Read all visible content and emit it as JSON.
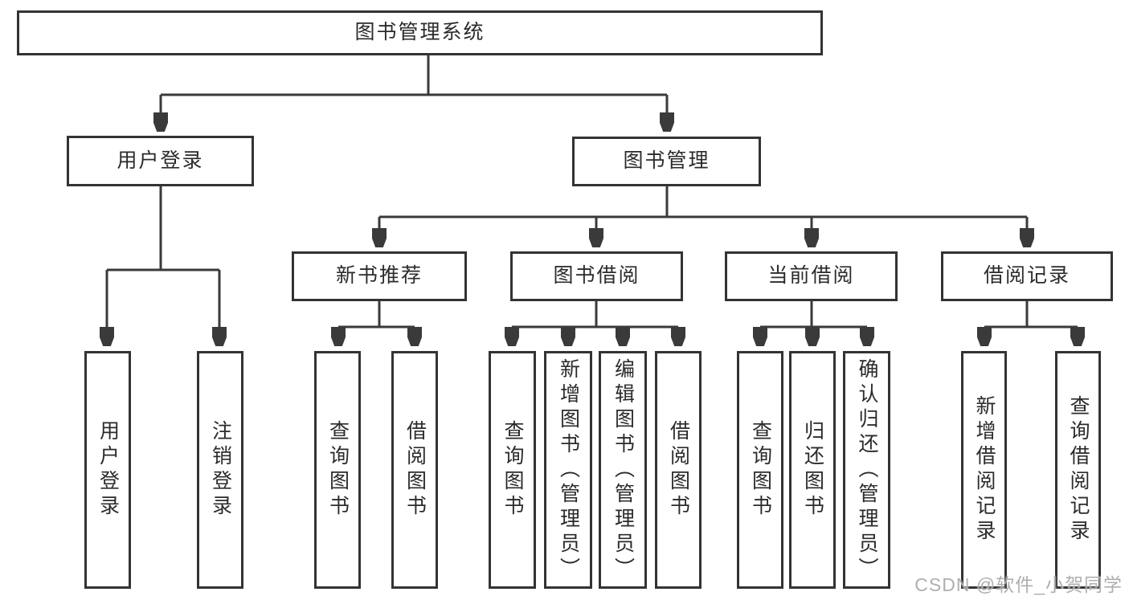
{
  "diagram": {
    "root": {
      "label": "图书管理系统"
    },
    "level2": [
      {
        "label": "用户登录"
      },
      {
        "label": "图书管理"
      }
    ],
    "level3": [
      {
        "label": "新书推荐"
      },
      {
        "label": "图书借阅"
      },
      {
        "label": "当前借阅"
      },
      {
        "label": "借阅记录"
      }
    ],
    "leaves": {
      "user_login": [
        {
          "label": "用户登录"
        },
        {
          "label": "注销登录"
        }
      ],
      "new_book_recommend": [
        {
          "label": "查询图书"
        },
        {
          "label": "借阅图书"
        }
      ],
      "book_borrow": [
        {
          "label": "查询图书"
        },
        {
          "label": "新增图书（管理员）"
        },
        {
          "label": "编辑图书（管理员）"
        },
        {
          "label": "借阅图书"
        }
      ],
      "current_borrow": [
        {
          "label": "查询图书"
        },
        {
          "label": "归还图书"
        },
        {
          "label": "确认归还（管理员）"
        }
      ],
      "borrow_record": [
        {
          "label": "新增借阅记录"
        },
        {
          "label": "查询借阅记录"
        }
      ]
    },
    "watermark": "CSDN @软件_小贺同学",
    "colors": {
      "line": "#3a3a3a",
      "box_border": "#333333",
      "text": "#2b2b2b",
      "watermark": "#a8a8a8",
      "background": "#ffffff"
    }
  }
}
